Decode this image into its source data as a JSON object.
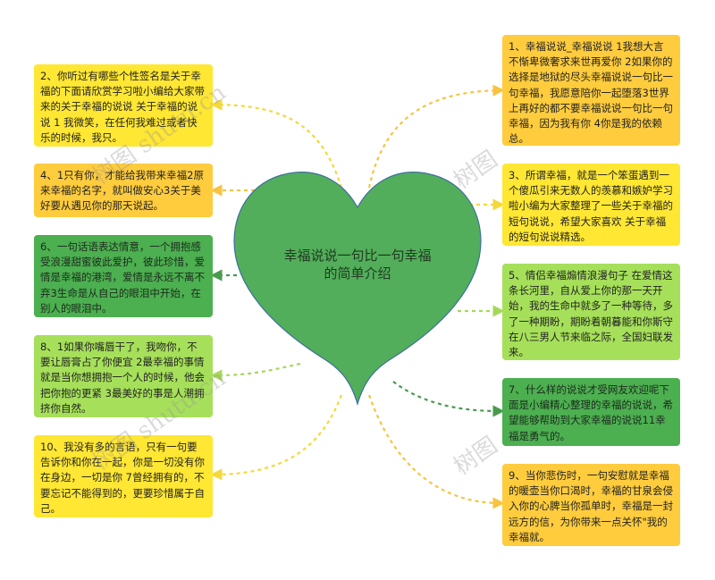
{
  "center": {
    "title_line1": "幸福说说一句比一句幸福",
    "title_line2": "的简单介绍",
    "fill": "#52ae5a",
    "stroke": "#3f6fa0"
  },
  "nodes": {
    "n1": {
      "text": "1、幸福说说_幸福说说 1我想大言不惭卑微奢求来世再爱你 2如果你的选择是地狱的尽头幸福说说一句比一句幸福，我愿意陪你一起堕落3世界上再好的都不要幸福说说一句比一句幸福，因为我有你 4你是我的依赖总。",
      "color": "#ffcc3d"
    },
    "n2": {
      "text": "2、你听过有哪些个性签名是关于幸福的下面请欣赏学习啦小编给大家带来的关于幸福的说说 关于幸福的说说 1 我微笑，在任何我难过或者快乐的时候，我只。",
      "color": "#ffe733"
    },
    "n3": {
      "text": "3、所谓幸福，就是一个笨蛋遇到一个傻瓜引来无数人的羡慕和嫉妒学习啦小编为大家整理了一些关于幸福的短句说说，希望大家喜欢 关于幸福的短句说说精选。",
      "color": "#ffe733"
    },
    "n4": {
      "text": "4、1只有你，才能给我带来幸福2原来幸福的名字，就叫做安心3关于美好要从遇见你的那天说起。",
      "color": "#ffcc3d"
    },
    "n5": {
      "text": "5、情侣幸福煽情浪漫句子 在爱情这条长河里，自从爱上你的那一天开始，我的生命中就多了一种等待，多了一种期盼，期盼着朝暮能和你斯守在八三男人节来临之际，全国妇联发来。",
      "color": "#a6e05a"
    },
    "n6": {
      "text": "6、一句话语表达情意，一个拥抱感受浪漫甜蜜彼此爱护，彼此珍惜，爱情是幸福的港湾，爱情是永远不离不弃3生命是从自己的眼泪中开始，在别人的眼泪中。",
      "color": "#4caf50"
    },
    "n7": {
      "text": "7、什么样的说说才受网友欢迎呢下面是小编精心整理的幸福的说说，希望能够帮助到大家幸福的说说11幸福是勇气的。",
      "color": "#4caf50"
    },
    "n8": {
      "text": "8、1如果你嘴唇干了，我吻你，不要让唇膏占了你便宜 2最幸福的事情就是当你想拥抱一个人的时候，他会把你抱的更紧 3最美好的事是人潮拥挤你自然。",
      "color": "#a6e05a"
    },
    "n9": {
      "text": "9、当你悲伤时，一句安慰就是幸福的暖壶当你口渴时，幸福的甘泉会侵入你的心脾当你孤单时，幸福是一封远方的信，为你带来一点关怀\"我的幸福就。",
      "color": "#ffcc3d"
    },
    "n10": {
      "text": "10、我没有多的言语，只有一句要告诉你和你在一起，你是一切没有你在身边，一切是你 7曾经拥有的，不要忘记不能得到的，更要珍惜属于自己。",
      "color": "#ffe733"
    }
  },
  "watermarks": [
    "树图 shutu.cn",
    "树图 shutu.cn",
    "树图",
    "树图"
  ]
}
